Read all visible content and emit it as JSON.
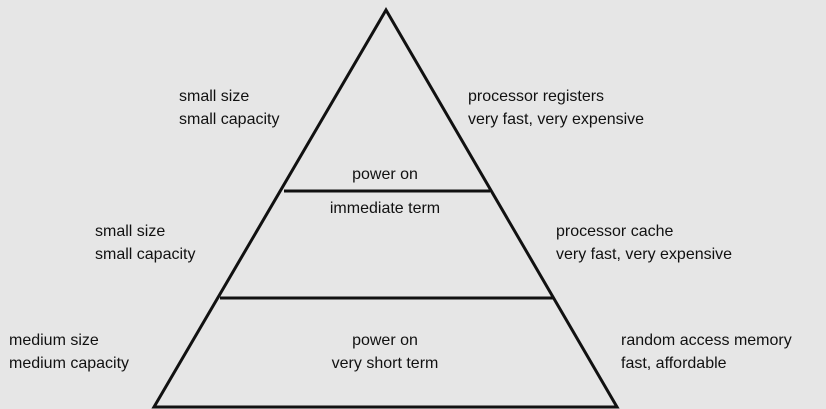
{
  "diagram": {
    "levels": [
      {
        "left": [
          "small size",
          "small capacity"
        ],
        "center": [
          "power on",
          "immediate term"
        ],
        "right": [
          "processor registers",
          "very fast, very expensive"
        ]
      },
      {
        "left": [
          "small size",
          "small capacity"
        ],
        "center": [],
        "right": [
          "processor cache",
          "very fast, very expensive"
        ]
      },
      {
        "left": [
          "medium size",
          "medium capacity"
        ],
        "center": [
          "power on",
          "very short term"
        ],
        "right": [
          "random access memory",
          "fast, affordable"
        ]
      }
    ]
  },
  "colors": {
    "background": "#e6e6e6",
    "line": "#111111",
    "text": "#111111"
  }
}
